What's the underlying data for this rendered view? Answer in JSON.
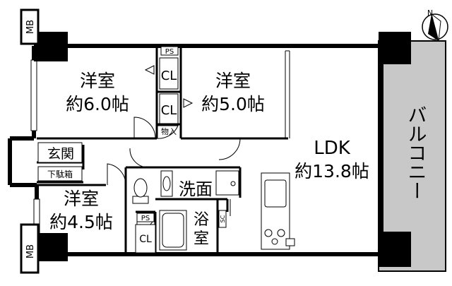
{
  "rooms": {
    "western1_name": "洋室",
    "western1_size": "約6.0帖",
    "western2_name": "洋室",
    "western2_size": "約5.0帖",
    "western3_name": "洋室",
    "western3_size": "約4.5帖",
    "ldk_name": "LDK",
    "ldk_size": "約13.8帖",
    "entrance": "玄関",
    "shoe_box": "下駄箱",
    "washroom": "洗面",
    "bath_1": "浴",
    "bath_2": "室",
    "balcony": "バルコニー",
    "storage": "物入"
  },
  "labels": {
    "mb_top": "MB",
    "mb_bottom": "MB",
    "ps_top": "PS",
    "ps_bottom": "PS",
    "cl_1": "CL",
    "cl_2": "CL",
    "cl_3": "CL",
    "sc": "SC",
    "compass": "N"
  }
}
